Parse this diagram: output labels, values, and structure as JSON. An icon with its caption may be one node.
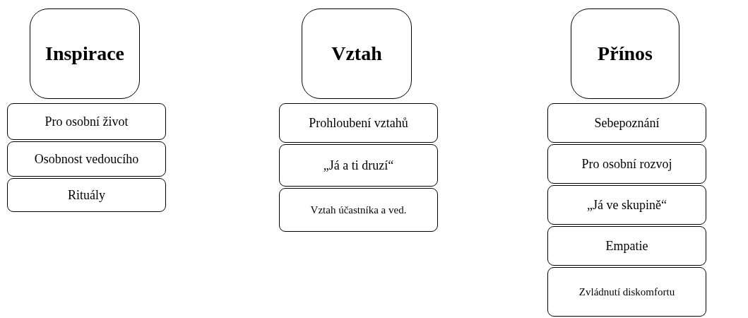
{
  "diagram": {
    "nodes": [
      {
        "text": [
          "Inspirace"
        ]
      },
      {
        "text": [
          "Pro osobní život"
        ]
      },
      {
        "text": [
          "Osobnost vedoucího"
        ]
      },
      {
        "text": [
          "Rituály"
        ]
      },
      {
        "text": [
          "Vztah"
        ]
      },
      {
        "text": [
          "Prohloubení vztahů"
        ]
      },
      {
        "text": [
          "„Já a ti druzí“"
        ]
      },
      {
        "text": [
          "Vztah účastníka a ved."
        ]
      },
      {
        "text": [
          "Přínos"
        ]
      },
      {
        "text": [
          "Sebepoznání"
        ]
      },
      {
        "text": [
          "Pro osobní rozvoj"
        ]
      },
      {
        "text": [
          "„Já ve skupině“"
        ]
      },
      {
        "text": [
          "Empatie"
        ]
      },
      {
        "text": [
          "Zvládnutí diskomfortu"
        ]
      }
    ],
    "edges": []
  }
}
